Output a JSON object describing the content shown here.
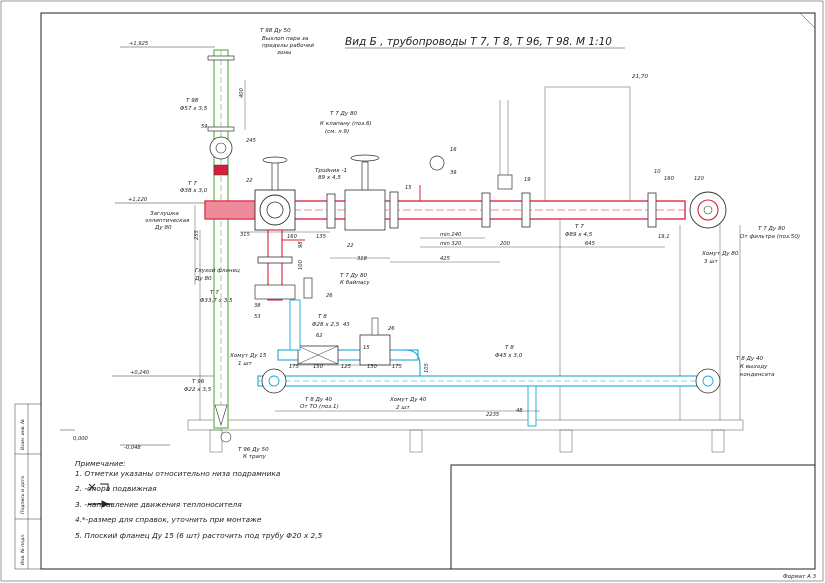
{
  "title": "Вид Б , трубопроводы Т 7,  Т 8,  Т 96,  Т 98.  М 1:10",
  "format": "Формат А 3",
  "colors": {
    "hot": "#d81f3a",
    "cold": "#19a7d6",
    "steam": "#63b54b",
    "line": "#333333"
  },
  "side_stamp": [
    "Инв. № подл.",
    "Подпись и дата",
    "Взам. инв. №"
  ],
  "elevations": [
    "+1,925",
    "+1,120",
    "+0,240",
    "0,000",
    "-0,048"
  ],
  "labels": {
    "t98_top": [
      "Т 98  Ду 50",
      "Выхлоп пара за",
      "пределы рабочей",
      "зоны"
    ],
    "t98_pipe": [
      "Т 98",
      "Φ57 х 3,5"
    ],
    "t7_left": [
      "Т 7",
      "Φ38 х 3,0"
    ],
    "valve_label": [
      "Т 7  Ду 80",
      "К клапану (поз.6)",
      "(см. л.9)"
    ],
    "tee": [
      "Тройник -1",
      "89 х 4,5"
    ],
    "plug": [
      "Заглушка",
      "эллиптическая",
      "Ду 80"
    ],
    "blind_flange": [
      "Глухой фланец",
      "Ду 80"
    ],
    "bypass": [
      "Т 7  Ду 80",
      "К байпасу"
    ],
    "t7_small": [
      "Т 7",
      "Φ33,7 х 3,5"
    ],
    "t8_upper": [
      "Т 8",
      "Φ28 х 2,5"
    ],
    "clamp_15": [
      "Хомут Ду 15",
      "1 шт"
    ],
    "t96": [
      "Т 96",
      "Φ22 х 3,5"
    ],
    "t96_bottom": [
      "Т 96  Ду 50",
      "К трапу"
    ],
    "t8_from": [
      "Т 8  Ду 40",
      "От ТО  (поз.1)"
    ],
    "clamp_40": [
      "Хомут Ду 40",
      "2 шт"
    ],
    "t8_right": [
      "Т 8",
      "Φ45 х 3,0"
    ],
    "t8_out": [
      "Т 8  Ду 40",
      "К выходу",
      "конденсата"
    ],
    "t7_main": [
      "Т 7",
      "Φ89 х 4,5"
    ],
    "t7_filter": [
      "Т 7  Ду 80",
      "От фильтра  (поз.50)"
    ],
    "clamp_80": [
      "Хомут Ду 80",
      "3 шт"
    ],
    "box": "21,70"
  },
  "dims": {
    "d400": "400",
    "d245": "245",
    "d59": "59",
    "d22a": "22",
    "d255": "255",
    "d315": "315",
    "d160": "160",
    "d135": "135",
    "d22b": "22",
    "d318": "318",
    "dmin240": "min 240",
    "dmin320": "min 320",
    "d200": "200",
    "d645": "645",
    "d425": "425",
    "d10": "10",
    "d160r": "160",
    "d120": "120",
    "d191": "19,1",
    "d16": "16",
    "d39": "39",
    "d15": "15",
    "d19": "19",
    "d100": "100",
    "d98": "98",
    "d26a": "26",
    "d38": "38",
    "d53": "53",
    "d43": "43",
    "d26b": "26",
    "d62": "62",
    "d15b": "15",
    "d175": "175",
    "d150": "150",
    "d125": "125",
    "d130": "130",
    "d175b": "175",
    "d105": "105",
    "d2235": "2235",
    "d48": "48"
  },
  "notes": {
    "heading": "Примечание:",
    "items": [
      "1.  Отметки указаны относительно низа подрамника",
      "2.            -опора подвижная",
      "3.            -направление движения теплоносителя",
      "4.*-размер для справок, уточнить при монтаже",
      "5. Плоский фланец Ду 15 (6 шт) расточить под трубу  Φ20 х 2,5"
    ]
  }
}
